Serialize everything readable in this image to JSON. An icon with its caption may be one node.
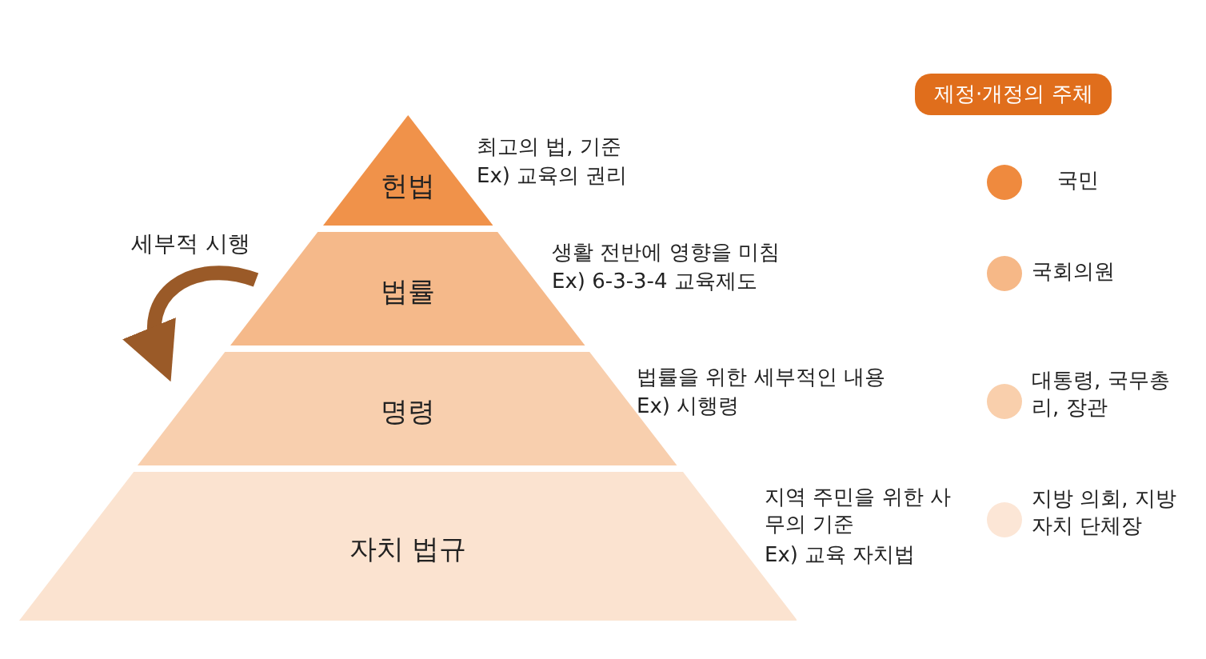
{
  "diagram": {
    "nodes": [
      {
        "text": [
          "헌법"
        ],
        "beside": [
          "최고의 법, 기준",
          "Ex) 교육의 권리"
        ]
      },
      {
        "text": [
          "법률"
        ],
        "beside": [
          "생활 전반에 영향을 미침",
          "Ex) 6-3-3-4 교육제도"
        ]
      },
      {
        "text": [
          "명령"
        ],
        "beside": [
          "법률을 위한 세부적인 내용",
          "Ex) 시행령"
        ]
      },
      {
        "text": [
          "자치 법규"
        ],
        "beside": [
          "지역 주민을 위한 사무의 기준",
          "Ex) 교육 자치법"
        ]
      }
    ],
    "labels": [
      "세부적 시행",
      "제정·개정의 주체"
    ],
    "legend": [
      {
        "text": "국민",
        "color": "#ef8a3e"
      },
      {
        "text": "국회의원",
        "color": "#f6b887"
      },
      {
        "text": "대통령, 국무총리, 장관",
        "color": "#f9cfac"
      },
      {
        "text": "지방 의회, 지방 자치 단체장",
        "color": "#fce6d6"
      }
    ]
  }
}
